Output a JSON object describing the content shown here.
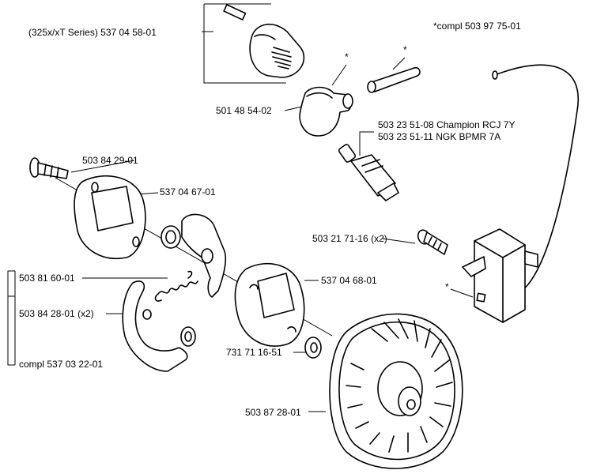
{
  "labels": {
    "ignition_cap_series": "(325x/xT Series)",
    "ignition_cap_pn": "537 04 58-01",
    "module_compl_prefix": "*compl",
    "module_compl_pn": "503 97 75-01",
    "star": "*",
    "boot_pn": "501 48 54-02",
    "plug1_pn": "503 23 51-08",
    "plug1_name": "Champion RCJ 7Y",
    "plug2_pn": "503 23 51-11",
    "plug2_name": "NGK BPMR 7A",
    "screw_pn": "503 84 29-01",
    "plate1_pn": "537 04 67-01",
    "module_screw_pn": "503 21 71-16",
    "module_screw_qty": "(x2)",
    "spring_pn": "503 81 60-01",
    "shoe_pn": "503 84 28-01",
    "shoe_qty": "(x2)",
    "plate2_pn": "537 04 68-01",
    "clutch_compl_prefix": "compl",
    "clutch_compl_pn": "537 03 22-01",
    "washer_pn": "731 71 16-51",
    "flywheel_pn": "503 87 28-01"
  }
}
